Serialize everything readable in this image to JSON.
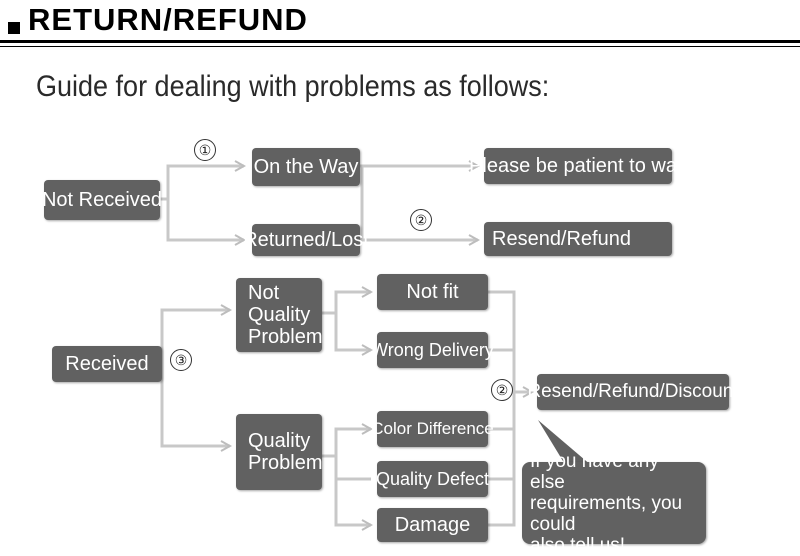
{
  "header": {
    "title": "RETURN/REFUND"
  },
  "subtitle": "Guide for dealing with problems as follows:",
  "markers": {
    "one": "①",
    "two": "②",
    "three": "③"
  },
  "nodes": {
    "not_received": "Not Received",
    "on_the_way": "On the Way",
    "returned_lost": "Returned/Lost",
    "please_wait": "Please be patient to wait",
    "resend_refund": "Resend/Refund",
    "received": "Received",
    "not_quality_problem": [
      "Not",
      "Quality",
      "Problem"
    ],
    "quality_problem": [
      "Quality",
      "Problem"
    ],
    "not_fit": "Not fit",
    "wrong_delivery": "Wrong Delivery",
    "color_difference": "Color Difference",
    "quality_defect": "Quality Defect",
    "damage": "Damage",
    "resend_refund_discount": "Resend/Refund/Discount"
  },
  "callout": [
    "If you have any else",
    "requirements, you could",
    "also tell us!"
  ],
  "colors": {
    "box_fill": "#616161",
    "box_text": "#ffffff",
    "connector": "#c8c8c8"
  }
}
